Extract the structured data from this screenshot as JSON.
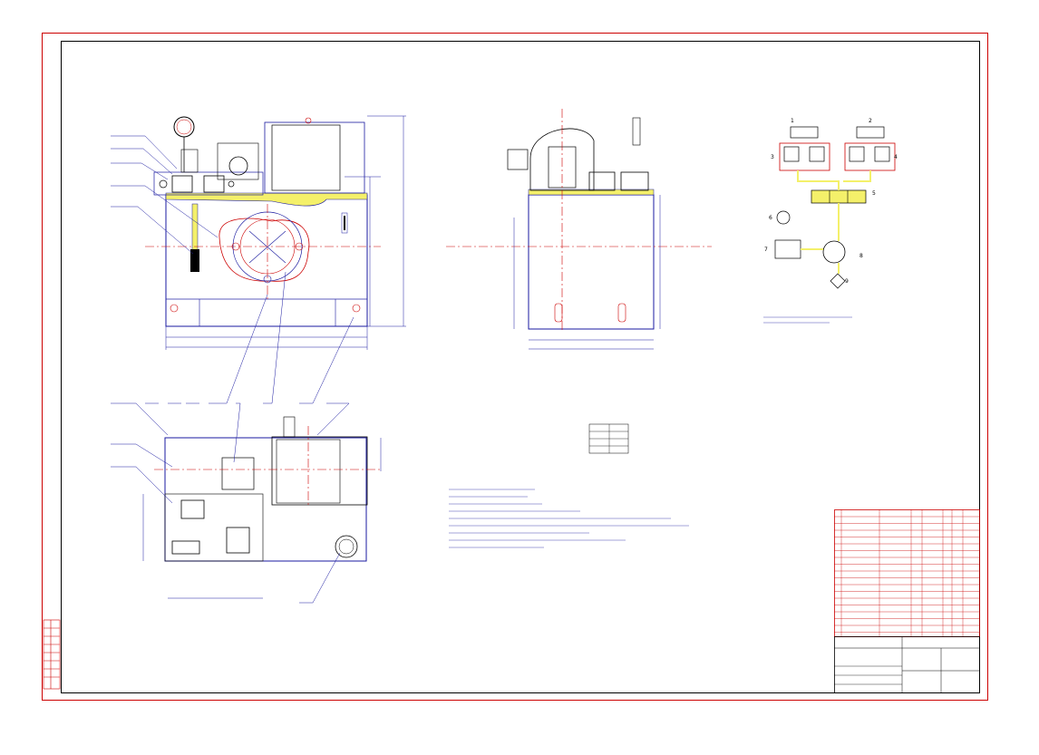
{
  "drawing": {
    "border_color": "#cc0000",
    "line_color": "#1a1aa0",
    "center_color": "#cc0000",
    "fill_color": "#f4f06a"
  },
  "schematic": {
    "labels": [
      "1",
      "2",
      "3",
      "4",
      "5",
      "6",
      "7",
      "8",
      "9"
    ]
  },
  "tech_table": {
    "title": "",
    "rows": []
  },
  "notes": {
    "title": "",
    "lines": []
  },
  "title_block": {
    "name": "",
    "drawing_title": ""
  }
}
